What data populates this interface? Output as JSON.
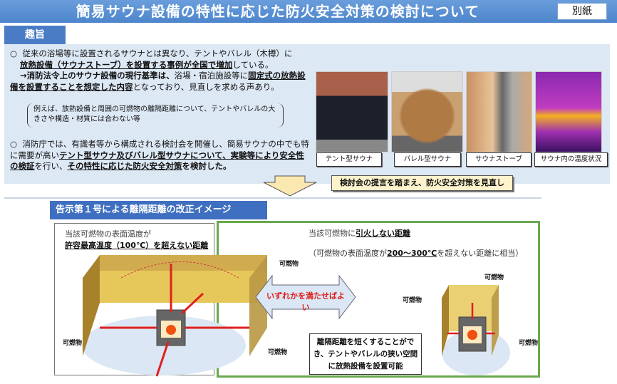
{
  "header": {
    "title": "簡易サウナ設備の特性に応じた防火安全対策の検討について",
    "annex_label": "別紙"
  },
  "purpose": {
    "tab_label": "趣旨",
    "p1_bullet": "○",
    "p1_a": "従来の浴場等に設置されるサウナとは異なり、テントやバレル（木樽）に",
    "p1_b": "放熱設備（サウナストーブ）を設置する事例が全国で増加",
    "p1_c": "している。",
    "p1_d": "→消防法令上のサウナ設備の現行基準は、",
    "p1_e": "浴場・宿泊施設等に",
    "p1_f": "固定式の放熱設備を設置することを想定した内容",
    "p1_g": "となっており、見直しを求める声あり。",
    "note": "例えば、放熱設備と周囲の可燃物の離隔距離について、テントやバレルの大きさや構造・材質には合わない等",
    "p2_bullet": "○",
    "p2_a": "消防庁では、有識者等から構成される検討会を開催し、簡易サウナの中でも特に需要が高い",
    "p2_b": "テント型サウナ及びバレル型サウナについて、実験等により安全性の検証",
    "p2_c": "を行い、",
    "p2_d": "その特性に応じた防火安全対策",
    "p2_e": "を検討した。"
  },
  "photos": [
    {
      "caption": "テント型サウナ"
    },
    {
      "caption": "バレル型サウナ"
    },
    {
      "caption": "サウナストーブ"
    },
    {
      "caption": "サウナ内の温度状況"
    }
  ],
  "callout": "検討会の提言を踏まえ、防火安全対策を見直し",
  "section": {
    "title": "告示第１号による離隔距離の改正イメージ",
    "left_line1": "当該可燃物の表面温度が",
    "left_line2": "許容最高温度（100℃）を超えない距離",
    "right_line1a": "当該可燃物に",
    "right_line1b": "引火しない距離",
    "right_line2a": "（可燃物の表面温度が",
    "right_line2b": "200～300℃",
    "right_line2c": "を超えない距離に相当）",
    "arrow_text": "いずれかを満たせばよい",
    "combustible": "可燃物",
    "note": "離隔距離を短くすることができ、テントやバレルの狭い空間に放熱設備を設置可能"
  },
  "colors": {
    "title_bar": "#4d86cc",
    "panel_bg": "#dde8f5",
    "accent_green": "#6aa84f",
    "arrow_red": "#e02020",
    "wall": "#c9a43a"
  }
}
